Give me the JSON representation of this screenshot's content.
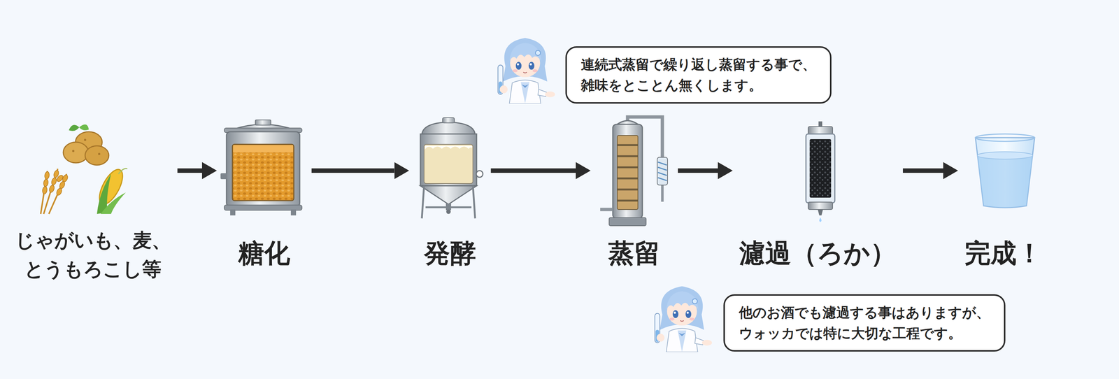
{
  "diagram": {
    "nodes": [
      {
        "text": [
          "連続式蒸留で繰り返し蒸留する事で、 雑味をとことん無くします。"
        ]
      },
      {
        "text": [
          "じゃがいも、麦、 とうもろこし等"
        ]
      },
      {
        "text": [
          "糖化"
        ]
      },
      {
        "text": [
          "発酵"
        ]
      },
      {
        "text": [
          "蒸留"
        ]
      },
      {
        "text": [
          "濾過（ろか）"
        ]
      },
      {
        "text": [
          "完成！"
        ]
      },
      {
        "text": [
          "他のお酒でも濾過する事はありますが、 ウォッカでは特に大切な工程です。"
        ]
      }
    ],
    "edges": [
      {
        "from": 1,
        "to": 2,
        "arrow": "to"
      },
      {
        "from": 2,
        "to": 3,
        "arrow": "to"
      },
      {
        "from": 3,
        "to": 4,
        "arrow": "to"
      },
      {
        "from": 4,
        "to": 5,
        "arrow": "to"
      },
      {
        "from": 5,
        "to": 6,
        "arrow": "to"
      }
    ]
  }
}
